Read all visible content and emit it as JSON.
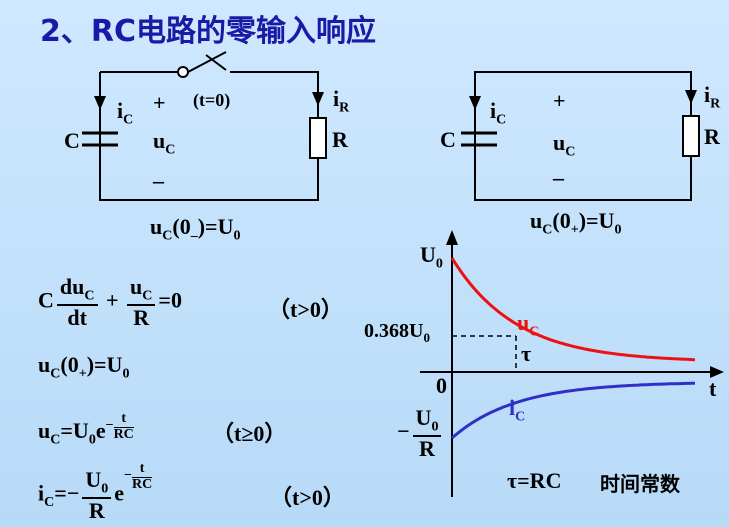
{
  "title": "2、RC电路的零输入响应",
  "circuit_left": {
    "switch_label": "(t=0)",
    "ic_label": "i",
    "ic_sub": "C",
    "ir_label": "i",
    "ir_sub": "R",
    "cap_label": "C",
    "res_label": "R",
    "plus": "+",
    "minus": "–",
    "uc_label": "u",
    "uc_sub": "C"
  },
  "circuit_right": {
    "ic_label": "i",
    "ic_sub": "C",
    "ir_label": "i",
    "ir_sub": "R",
    "cap_label": "C",
    "res_label": "R",
    "plus": "+",
    "minus": "–",
    "uc_label": "u",
    "uc_sub": "C"
  },
  "cond_left": {
    "a": "u",
    "b": "C",
    "c": "(0",
    "d": "–",
    "e": ")=U",
    "f": "0"
  },
  "cond_right": {
    "a": "u",
    "b": "C",
    "c": "(0",
    "d": "+",
    "e": ")=U",
    "f": "0"
  },
  "equations": {
    "ode_C": "C",
    "ode_num1": "du",
    "ode_num1_sub": "C",
    "ode_den1": "dt",
    "ode_plus": "+",
    "ode_num2": "u",
    "ode_num2_sub": "C",
    "ode_den2": "R",
    "ode_eq": "=0",
    "ode_cond": "（t>0）",
    "init_a": "u",
    "init_b": "C",
    "init_c": "(0",
    "init_d": "+",
    "init_e": ")=U",
    "init_f": "0",
    "uc_a": "u",
    "uc_b": "C",
    "uc_c": "=U",
    "uc_d": "0",
    "uc_e": "e",
    "uc_exp_minus": "−",
    "uc_exp_num": "t",
    "uc_exp_den": "RC",
    "uc_cond": "（t≥0）",
    "ic_a": "i",
    "ic_b": "C",
    "ic_c": "=−",
    "ic_num": "U",
    "ic_num_sub": "0",
    "ic_den": "R",
    "ic_e": "e",
    "ic_exp_minus": "−",
    "ic_exp_num": "t",
    "ic_exp_den": "RC",
    "ic_cond": "（t>0）"
  },
  "graph": {
    "y_top": "U",
    "y_top_sub": "0",
    "y_mid": "0.368U",
    "y_mid_sub": "0",
    "origin": "0",
    "x_axis": "t",
    "tau": "τ",
    "uc_curve": "u",
    "uc_curve_sub": "C",
    "ic_curve": "i",
    "ic_curve_sub": "C",
    "neg_minus": "−",
    "neg_num": "U",
    "neg_num_sub": "0",
    "neg_den": "R",
    "uc_color": "#ee1111",
    "ic_color": "#3030c8"
  },
  "footer": {
    "tau_def": "τ=RC",
    "tau_name": "时间常数"
  }
}
